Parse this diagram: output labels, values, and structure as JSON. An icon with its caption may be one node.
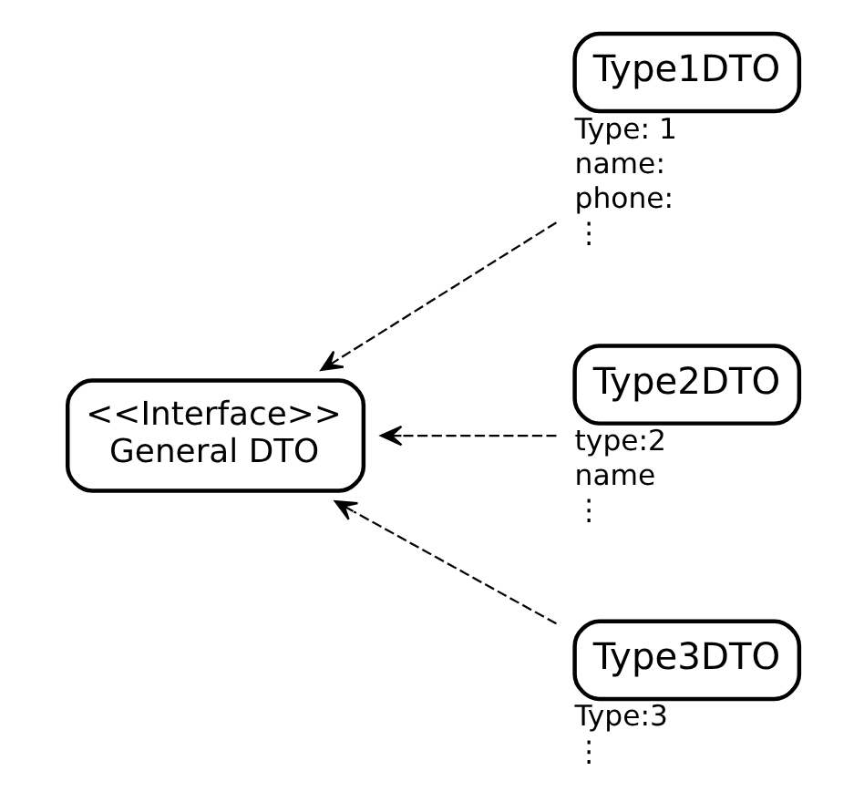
{
  "diagram": {
    "nodes": [
      {
        "text": [
          "<<Interface>>",
          "General DTO"
        ]
      },
      {
        "text": [
          "Type1DTO"
        ],
        "beside": [
          "Type: 1",
          "name:",
          "phone:",
          "⋮"
        ]
      },
      {
        "text": [
          "Type2DTO"
        ],
        "beside": [
          "type:2",
          "name",
          "⋮"
        ]
      },
      {
        "text": [
          "Type3DTO"
        ],
        "beside": [
          "Type:3",
          "⋮"
        ]
      }
    ],
    "edges": [
      {
        "from": 1,
        "to": 0,
        "arrow": "to",
        "style": "dashed"
      },
      {
        "from": 2,
        "to": 0,
        "arrow": "to",
        "style": "dashed"
      },
      {
        "from": 3,
        "to": 0,
        "arrow": "to",
        "style": "dashed"
      }
    ]
  }
}
